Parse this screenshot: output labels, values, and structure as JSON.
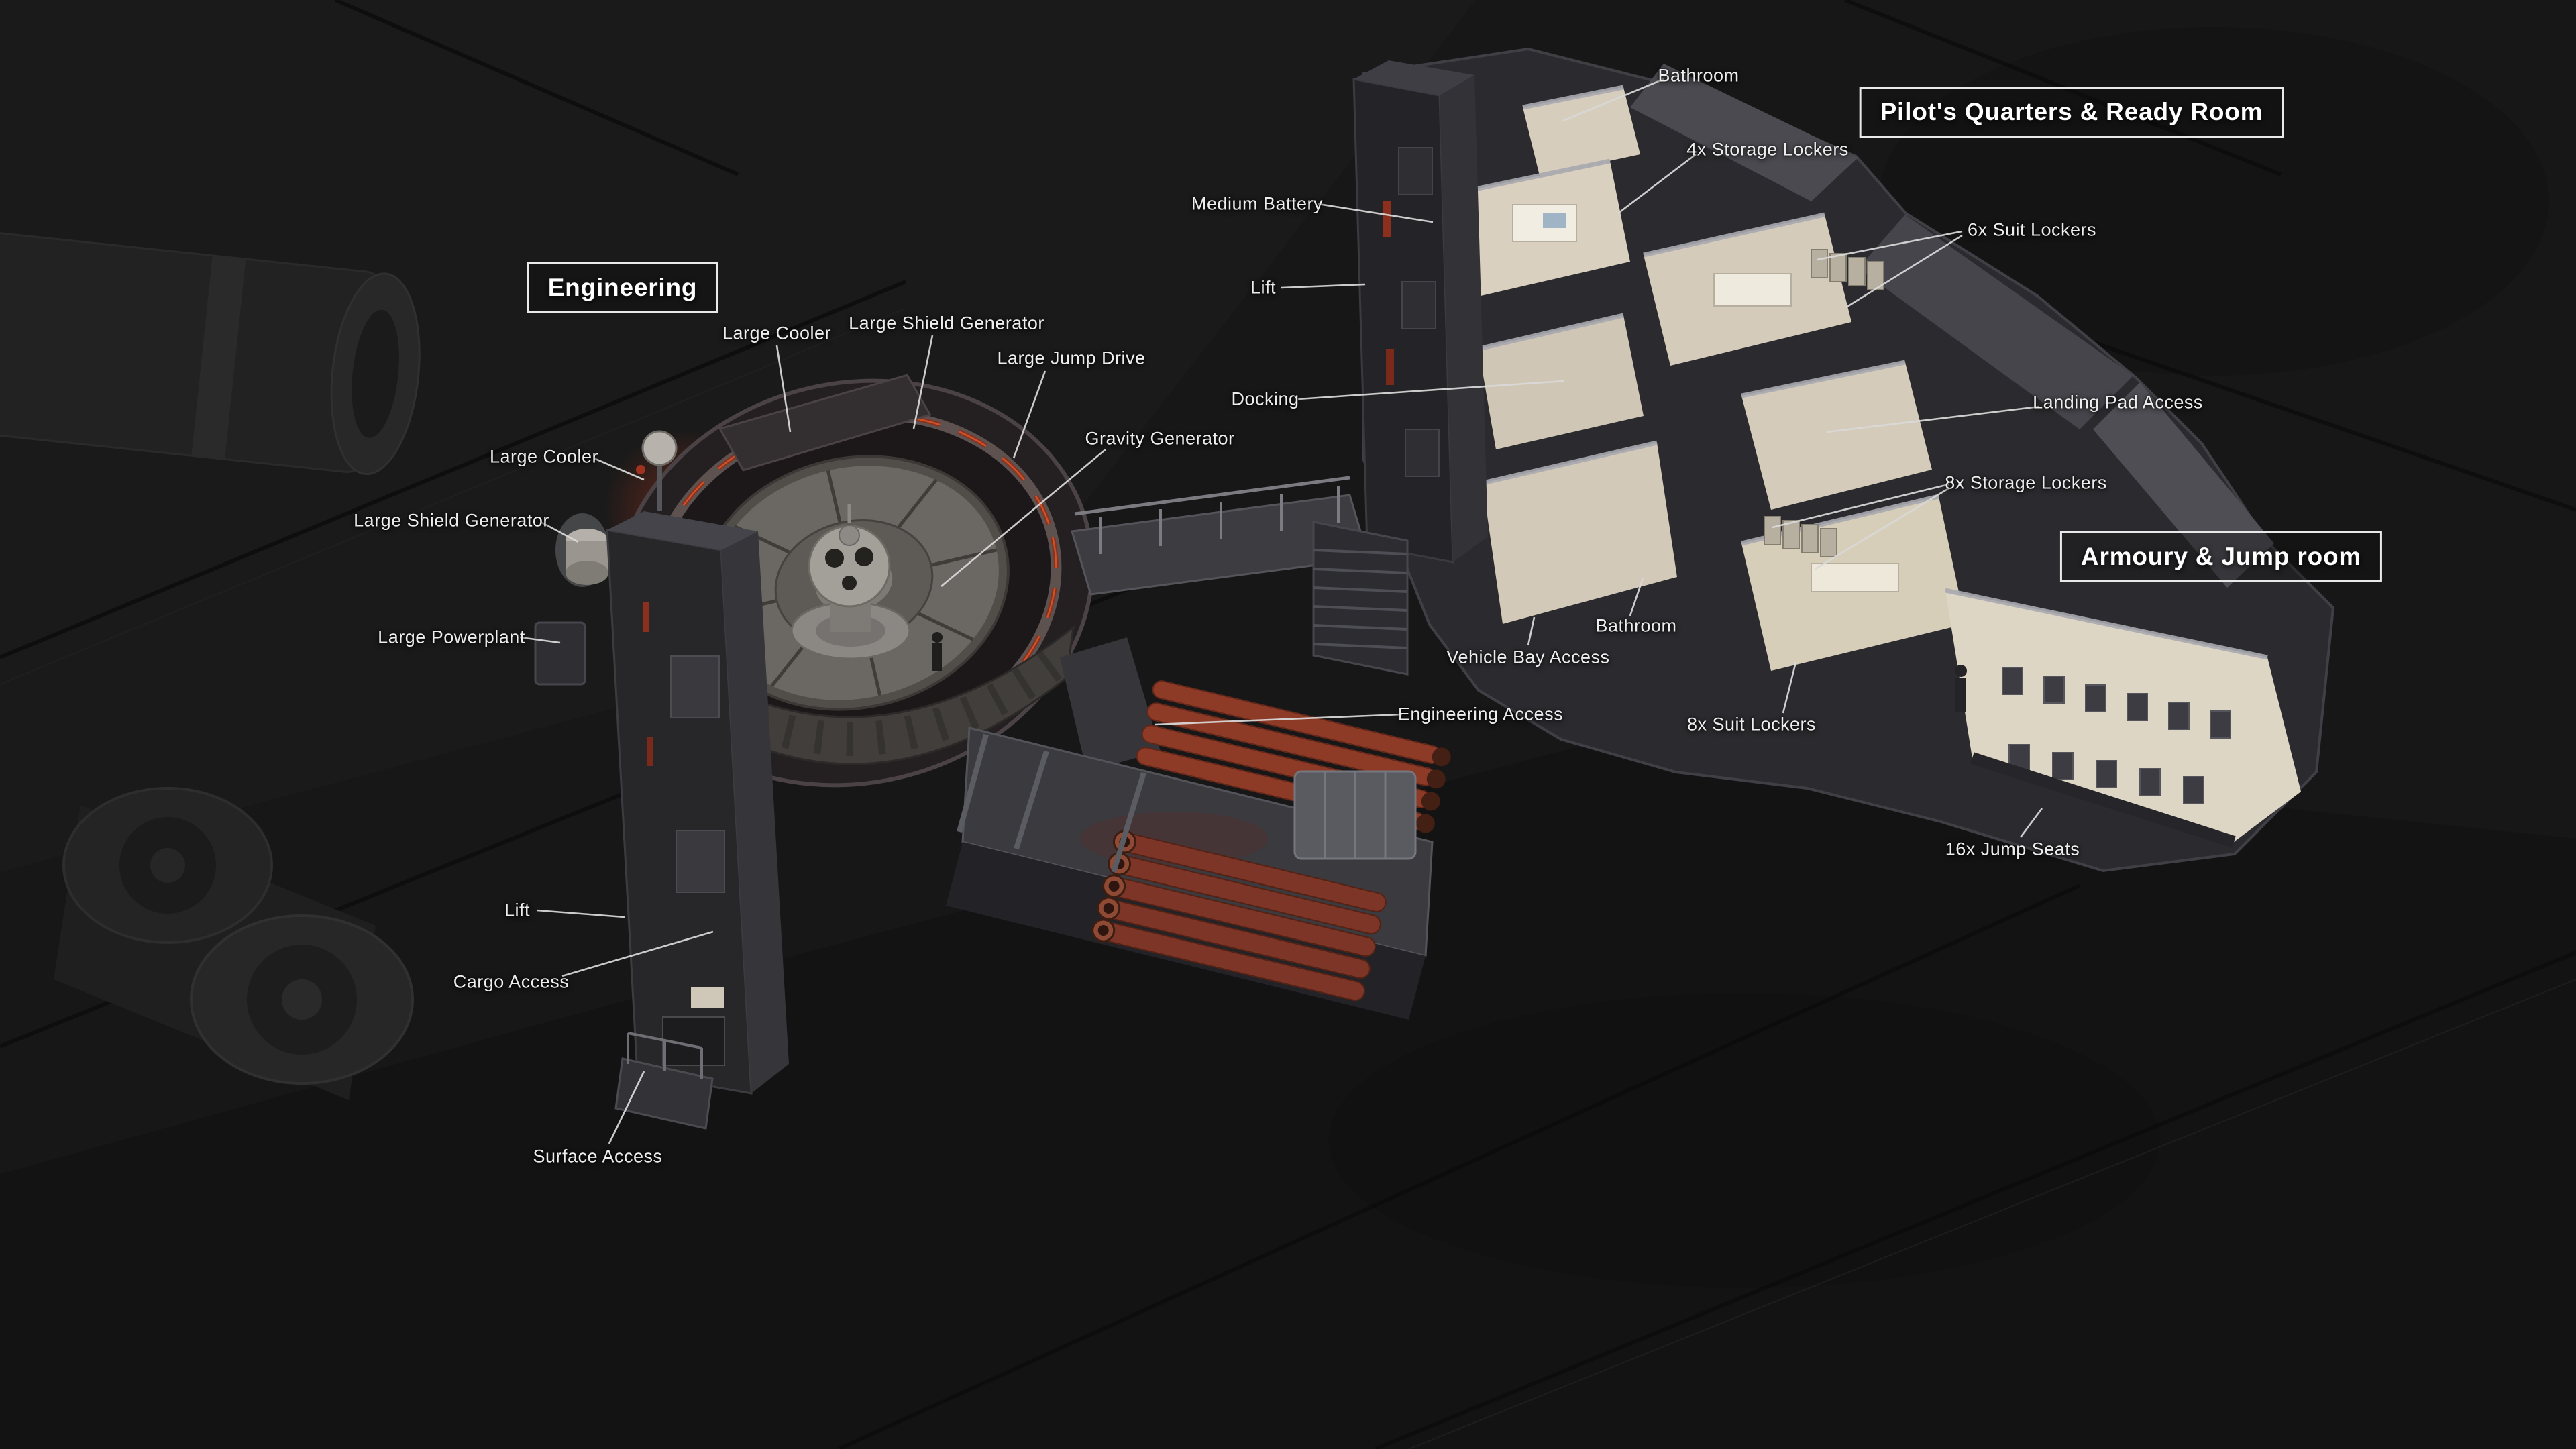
{
  "diagram": {
    "section_titles": {
      "engineering": "Engineering",
      "pilots_quarters": "Pilot's Quarters & Ready Room",
      "armoury": "Armoury & Jump room"
    },
    "labels": {
      "bathroom_top": "Bathroom",
      "storage_lockers_4x": "4x Storage Lockers",
      "medium_battery": "Medium Battery",
      "lift_right": "Lift",
      "suit_lockers_6x": "6x Suit Lockers",
      "docking": "Docking",
      "landing_pad_access": "Landing Pad Access",
      "large_cooler_top": "Large Cooler",
      "large_shield_generator_top": "Large Shield Generator",
      "large_jump_drive": "Large Jump Drive",
      "gravity_generator": "Gravity Generator",
      "large_cooler_left": "Large Cooler",
      "large_shield_generator_left": "Large Shield Generator",
      "large_powerplant": "Large Powerplant",
      "storage_lockers_8x": "8x Storage Lockers",
      "bathroom_mid": "Bathroom",
      "vehicle_bay_access": "Vehicle Bay Access",
      "engineering_access": "Engineering Access",
      "suit_lockers_8x": "8x Suit Lockers",
      "jump_seats_16x": "16x Jump Seats",
      "lift_left": "Lift",
      "cargo_access": "Cargo Access",
      "surface_access": "Surface Access"
    },
    "colors": {
      "background": "#171717",
      "label_text": "#ededed",
      "leader_line": "#d9d9d9",
      "title_border": "#e9e9e9",
      "hull_dark": "#2b2b2f",
      "hull_light": "#a9a9b0",
      "interior_warm": "#d6cdbc",
      "engine_glow_red": "#c0361a",
      "pipe_red": "#8d3a26"
    }
  }
}
